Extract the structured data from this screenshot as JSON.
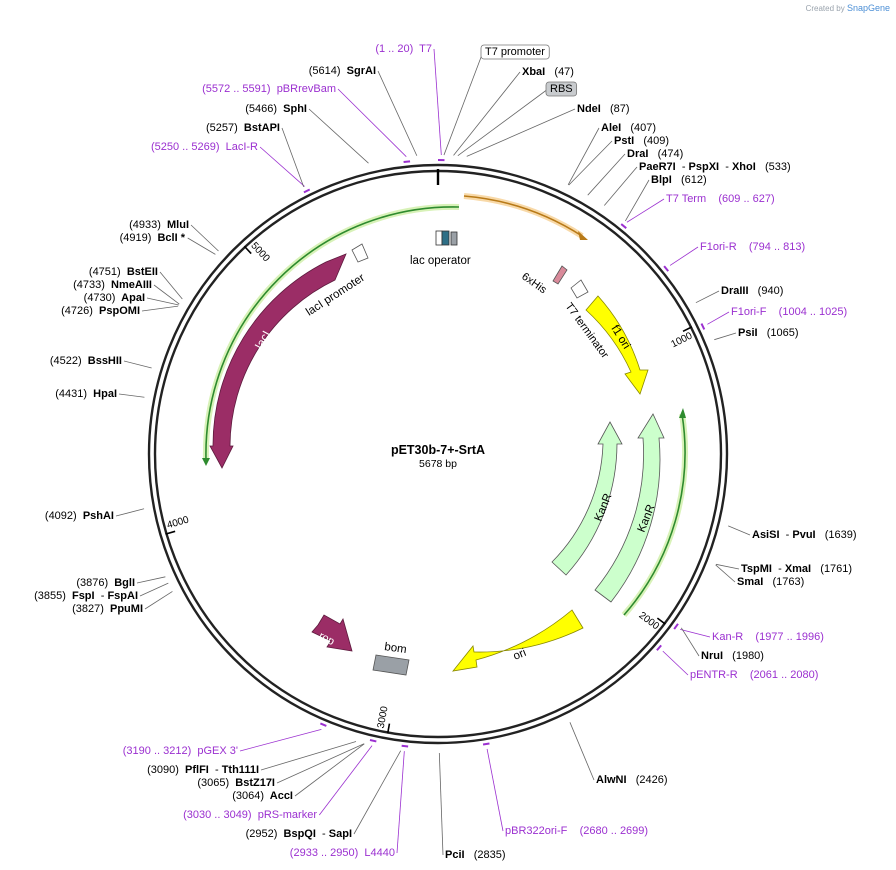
{
  "credit": {
    "prefix": "Created by",
    "brand": "SnapGene"
  },
  "plasmid": {
    "name": "pET30b-7+-SrtA",
    "size_label": "5678 bp",
    "length": 5678
  },
  "colors": {
    "enzyme": "#000000",
    "primer": "#9b30d0",
    "leader": "#555555",
    "lacI": "#9b2d66",
    "rop": "#9b2d66",
    "ori": "#ffff00",
    "f1ori": "#ffff00",
    "KanR": "#ccffcc",
    "bom": "#9aa0a6",
    "lacop": "#2e6f86",
    "orf": "#2e8b2e",
    "orf_glow": "#d8f2b8",
    "orange_orf": "#b87a18",
    "orange_glow": "#f8d9a8",
    "His": "#d98a9a"
  },
  "ticks": [
    {
      "label": "1000",
      "pos": 1000
    },
    {
      "label": "2000",
      "pos": 2000
    },
    {
      "label": "3000",
      "pos": 3000
    },
    {
      "label": "4000",
      "pos": 4000
    },
    {
      "label": "5000",
      "pos": 5000
    }
  ],
  "labels": [
    {
      "id": "T7",
      "parts": [
        [
          "(1 .. 20)",
          "p"
        ],
        [
          "  T7",
          "p"
        ]
      ]
    },
    {
      "id": "T7promoter",
      "box": "white",
      "parts": [
        [
          "T7 promoter",
          "k"
        ]
      ]
    },
    {
      "id": "XbaI",
      "parts": [
        [
          "XbaI",
          "b"
        ],
        [
          "   (47)",
          "k"
        ]
      ]
    },
    {
      "id": "RBS",
      "box": "gray",
      "parts": [
        [
          "RBS",
          "k"
        ]
      ]
    },
    {
      "id": "NdeI",
      "parts": [
        [
          "NdeI",
          "b"
        ],
        [
          "   (87)",
          "k"
        ]
      ]
    },
    {
      "id": "AleI",
      "parts": [
        [
          "AleI",
          "b"
        ],
        [
          "   (407)",
          "k"
        ]
      ]
    },
    {
      "id": "PstI",
      "parts": [
        [
          "PstI",
          "b"
        ],
        [
          "   (409)",
          "k"
        ]
      ]
    },
    {
      "id": "DraI",
      "parts": [
        [
          "DraI",
          "b"
        ],
        [
          "   (474)",
          "k"
        ]
      ]
    },
    {
      "id": "PaeR7I",
      "parts": [
        [
          "PaeR7I",
          "b"
        ],
        [
          "  - ",
          "k"
        ],
        [
          "PspXI",
          "b"
        ],
        [
          "  - ",
          "k"
        ],
        [
          "XhoI",
          "b"
        ],
        [
          "   (533)",
          "k"
        ]
      ]
    },
    {
      "id": "BlpI",
      "parts": [
        [
          "BlpI",
          "b"
        ],
        [
          "   (612)",
          "k"
        ]
      ]
    },
    {
      "id": "T7Term",
      "parts": [
        [
          "T7 Term",
          "p"
        ],
        [
          "    (609 .. 627)",
          "p"
        ]
      ]
    },
    {
      "id": "F1oriR",
      "parts": [
        [
          "F1ori-R",
          "p"
        ],
        [
          "    (794 .. 813)",
          "p"
        ]
      ]
    },
    {
      "id": "DraIII",
      "parts": [
        [
          "DraIII",
          "b"
        ],
        [
          "   (940)",
          "k"
        ]
      ]
    },
    {
      "id": "F1oriF",
      "parts": [
        [
          "F1ori-F",
          "p"
        ],
        [
          "    (1004 .. 1025)",
          "p"
        ]
      ]
    },
    {
      "id": "PsiI",
      "parts": [
        [
          "PsiI",
          "b"
        ],
        [
          "   (1065)",
          "k"
        ]
      ]
    },
    {
      "id": "AsiSI",
      "parts": [
        [
          "AsiSI",
          "b"
        ],
        [
          "  - ",
          "k"
        ],
        [
          "PvuI",
          "b"
        ],
        [
          "   (1639)",
          "k"
        ]
      ]
    },
    {
      "id": "TspMI",
      "parts": [
        [
          "TspMI",
          "b"
        ],
        [
          "  - ",
          "k"
        ],
        [
          "XmaI",
          "b"
        ],
        [
          "   (1761)",
          "k"
        ]
      ]
    },
    {
      "id": "SmaI",
      "parts": [
        [
          "SmaI",
          "b"
        ],
        [
          "   (1763)",
          "k"
        ]
      ]
    },
    {
      "id": "KanR_primer",
      "parts": [
        [
          "Kan-R",
          "p"
        ],
        [
          "    (1977 .. 1996)",
          "p"
        ]
      ]
    },
    {
      "id": "NruI",
      "parts": [
        [
          "NruI",
          "b"
        ],
        [
          "   (1980)",
          "k"
        ]
      ]
    },
    {
      "id": "pENTRR",
      "parts": [
        [
          "pENTR-R",
          "p"
        ],
        [
          "    (2061 .. 2080)",
          "p"
        ]
      ]
    },
    {
      "id": "AlwNI",
      "parts": [
        [
          "AlwNI",
          "b"
        ],
        [
          "   (2426)",
          "k"
        ]
      ]
    },
    {
      "id": "pBR322oriF",
      "parts": [
        [
          "pBR322ori-F",
          "p"
        ],
        [
          "    (2680 .. 2699)",
          "p"
        ]
      ]
    },
    {
      "id": "PciI",
      "parts": [
        [
          "PciI",
          "b"
        ],
        [
          "   (2835)",
          "k"
        ]
      ]
    },
    {
      "id": "L4440",
      "parts": [
        [
          "(2933 .. 2950)",
          "p"
        ],
        [
          "  L4440",
          "p"
        ]
      ]
    },
    {
      "id": "BspQI",
      "parts": [
        [
          "(2952)",
          "k"
        ],
        [
          "  BspQI",
          "b"
        ],
        [
          "  - ",
          "k"
        ],
        [
          "SapI",
          "b"
        ]
      ]
    },
    {
      "id": "pRSmarker",
      "parts": [
        [
          "(3030 .. 3049)",
          "p"
        ],
        [
          "  pRS-marker",
          "p"
        ]
      ]
    },
    {
      "id": "AccI",
      "parts": [
        [
          "(3064)",
          "k"
        ],
        [
          "  AccI",
          "b"
        ]
      ]
    },
    {
      "id": "BstZ17I",
      "parts": [
        [
          "(3065)",
          "k"
        ],
        [
          "  BstZ17I",
          "b"
        ]
      ]
    },
    {
      "id": "PflFI",
      "parts": [
        [
          "(3090)",
          "k"
        ],
        [
          "  PflFI",
          "b"
        ],
        [
          "  - ",
          "k"
        ],
        [
          "Tth111I",
          "b"
        ]
      ]
    },
    {
      "id": "pGEX3",
      "parts": [
        [
          "(3190 .. 3212)",
          "p"
        ],
        [
          "  pGEX 3'",
          "p"
        ]
      ]
    },
    {
      "id": "PpuMI",
      "parts": [
        [
          "(3827)",
          "k"
        ],
        [
          "  PpuMI",
          "b"
        ]
      ]
    },
    {
      "id": "FspI",
      "parts": [
        [
          "(3855)",
          "k"
        ],
        [
          "  FspI",
          "b"
        ],
        [
          "  - ",
          "k"
        ],
        [
          "FspAI",
          "b"
        ]
      ]
    },
    {
      "id": "BglI",
      "parts": [
        [
          "(3876)",
          "k"
        ],
        [
          "  BglI",
          "b"
        ]
      ]
    },
    {
      "id": "PshAI",
      "parts": [
        [
          "(4092)",
          "k"
        ],
        [
          "  PshAI",
          "b"
        ]
      ]
    },
    {
      "id": "HpaI",
      "parts": [
        [
          "(4431)",
          "k"
        ],
        [
          "  HpaI",
          "b"
        ]
      ]
    },
    {
      "id": "BssHII",
      "parts": [
        [
          "(4522)",
          "k"
        ],
        [
          "  BssHII",
          "b"
        ]
      ]
    },
    {
      "id": "PspOMI",
      "parts": [
        [
          "(4726)",
          "k"
        ],
        [
          "  PspOMI",
          "b"
        ]
      ]
    },
    {
      "id": "ApaI",
      "parts": [
        [
          "(4730)",
          "k"
        ],
        [
          "  ApaI",
          "b"
        ]
      ]
    },
    {
      "id": "NmeAIII",
      "parts": [
        [
          "(4733)",
          "k"
        ],
        [
          "  NmeAIII",
          "b"
        ]
      ]
    },
    {
      "id": "BstEII",
      "parts": [
        [
          "(4751)",
          "k"
        ],
        [
          "  BstEII",
          "b"
        ]
      ]
    },
    {
      "id": "BclI",
      "parts": [
        [
          "(4919)",
          "k"
        ],
        [
          "  BclI",
          "b"
        ],
        [
          " *",
          "b"
        ]
      ]
    },
    {
      "id": "MluI",
      "parts": [
        [
          "(4933)",
          "k"
        ],
        [
          "  MluI",
          "b"
        ]
      ]
    },
    {
      "id": "LacIR",
      "parts": [
        [
          "(5250 .. 5269)",
          "p"
        ],
        [
          "  LacI-R",
          "p"
        ]
      ]
    },
    {
      "id": "BstAPI",
      "parts": [
        [
          "(5257)",
          "k"
        ],
        [
          "  BstAPI",
          "b"
        ]
      ]
    },
    {
      "id": "SphI",
      "parts": [
        [
          "(5466)",
          "k"
        ],
        [
          "  SphI",
          "b"
        ]
      ]
    },
    {
      "id": "pBRrevBam",
      "parts": [
        [
          "(5572 .. 5591)",
          "p"
        ],
        [
          "  pBRrevBam",
          "p"
        ]
      ]
    },
    {
      "id": "SgrAI",
      "parts": [
        [
          "(5614)",
          "k"
        ],
        [
          "  SgrAI",
          "b"
        ]
      ]
    }
  ],
  "features": [
    {
      "id": "lacI",
      "label": "lacI"
    },
    {
      "id": "lacI_promoter",
      "label": "lacI promoter"
    },
    {
      "id": "lac_operator",
      "label": "lac operator"
    },
    {
      "id": "His",
      "label": "6xHis"
    },
    {
      "id": "T7_terminator",
      "label": "T7 terminator"
    },
    {
      "id": "f1_ori",
      "label": "f1 ori"
    },
    {
      "id": "KanR1",
      "label": "KanR"
    },
    {
      "id": "KanR2",
      "label": "KanR"
    },
    {
      "id": "ori",
      "label": "ori"
    },
    {
      "id": "rop",
      "label": "rop"
    },
    {
      "id": "bom",
      "label": "bom"
    }
  ]
}
